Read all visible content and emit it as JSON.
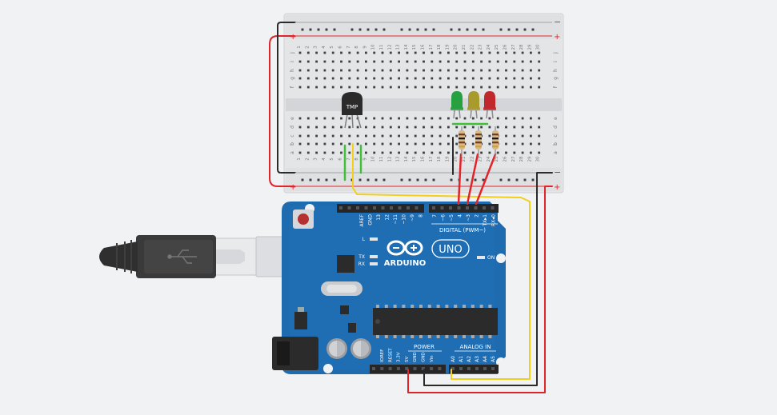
{
  "canvas": {
    "background": "#f1f2f4"
  },
  "breadboard": {
    "columns": [
      "1",
      "2",
      "3",
      "4",
      "5",
      "6",
      "7",
      "8",
      "9",
      "10",
      "11",
      "12",
      "13",
      "14",
      "15",
      "16",
      "17",
      "18",
      "19",
      "20",
      "21",
      "22",
      "23",
      "24",
      "25",
      "26",
      "27",
      "28",
      "29",
      "30"
    ],
    "top_rows": [
      "j",
      "i",
      "h",
      "g",
      "f"
    ],
    "bottom_rows": [
      "e",
      "d",
      "c",
      "b",
      "a"
    ],
    "rail_minus": "−",
    "rail_plus": "+"
  },
  "sensor": {
    "label": "TMP"
  },
  "leds": [
    {
      "color": "#27a040"
    },
    {
      "color": "#a89a2c"
    },
    {
      "color": "#c0282c"
    }
  ],
  "arduino": {
    "brand": "ARDUINO",
    "model": "UNO",
    "digital_label": "DIGITAL (PWM~)",
    "digital_pins_left": [
      "AREF",
      "GND",
      "13",
      "12",
      "~11",
      "~10",
      "~9",
      "8"
    ],
    "digital_pins_right": [
      "7",
      "~6",
      "~5",
      "4",
      "~3",
      "2",
      "TX▸1",
      "RX◂0"
    ],
    "led_labels": {
      "l": "L",
      "tx": "TX",
      "rx": "RX",
      "on": "ON"
    },
    "power_label": "POWER",
    "power_pins": [
      "IOREF",
      "RESET",
      "3.3V",
      "5V",
      "GND",
      "GND",
      "Vin"
    ],
    "analog_label": "ANALOG IN",
    "analog_pins": [
      "A0",
      "A1",
      "A2",
      "A3",
      "A4",
      "A5"
    ]
  },
  "wire_colors": {
    "red": "#e0242a",
    "black": "#2b2b2b",
    "yellow": "#f2cf1b",
    "green": "#3fbf3a"
  }
}
